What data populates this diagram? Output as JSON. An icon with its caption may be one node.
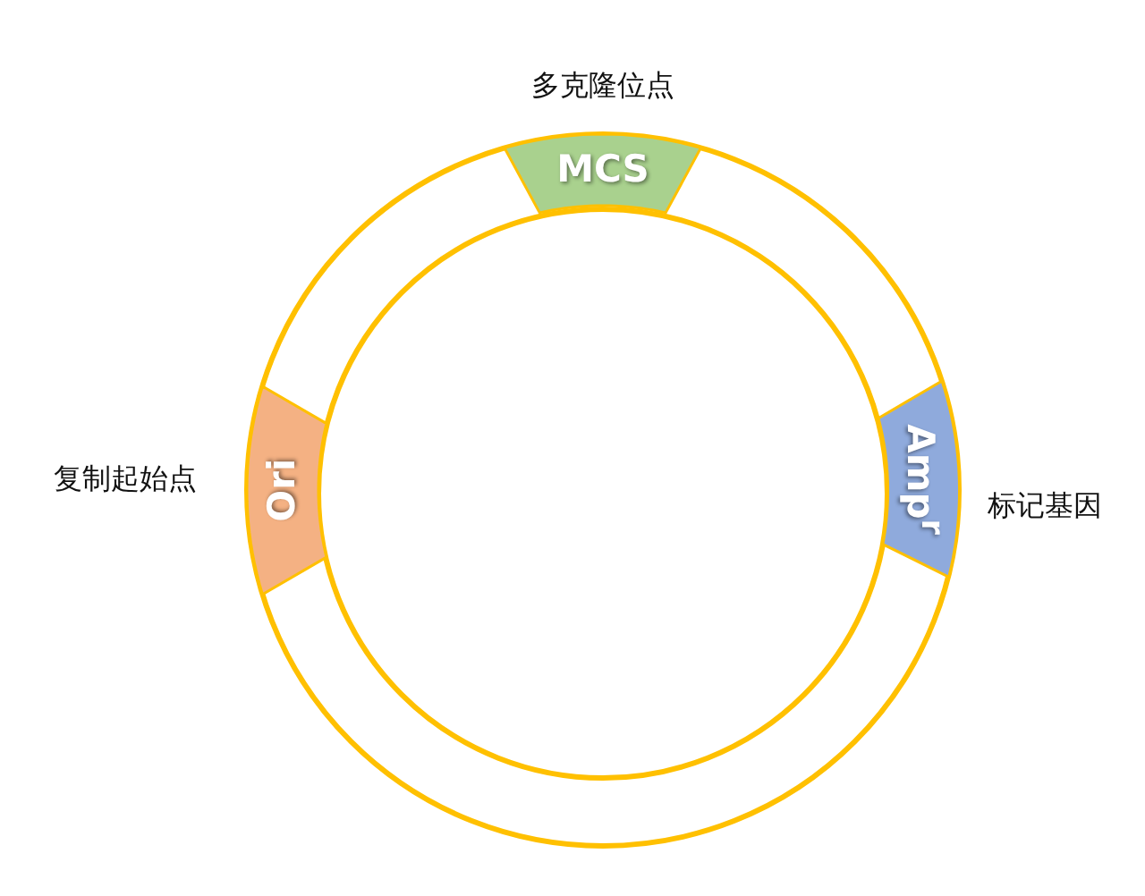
{
  "diagram": {
    "nodes": [
      {
        "text": [
          "MCS"
        ],
        "beside": [
          "多克隆位点"
        ]
      },
      {
        "text": [
          "Ori"
        ],
        "beside": [
          "复制起始点"
        ]
      },
      {
        "text": [
          "Amp$^{r}$"
        ],
        "beside": [
          "标记基因"
        ]
      }
    ]
  }
}
